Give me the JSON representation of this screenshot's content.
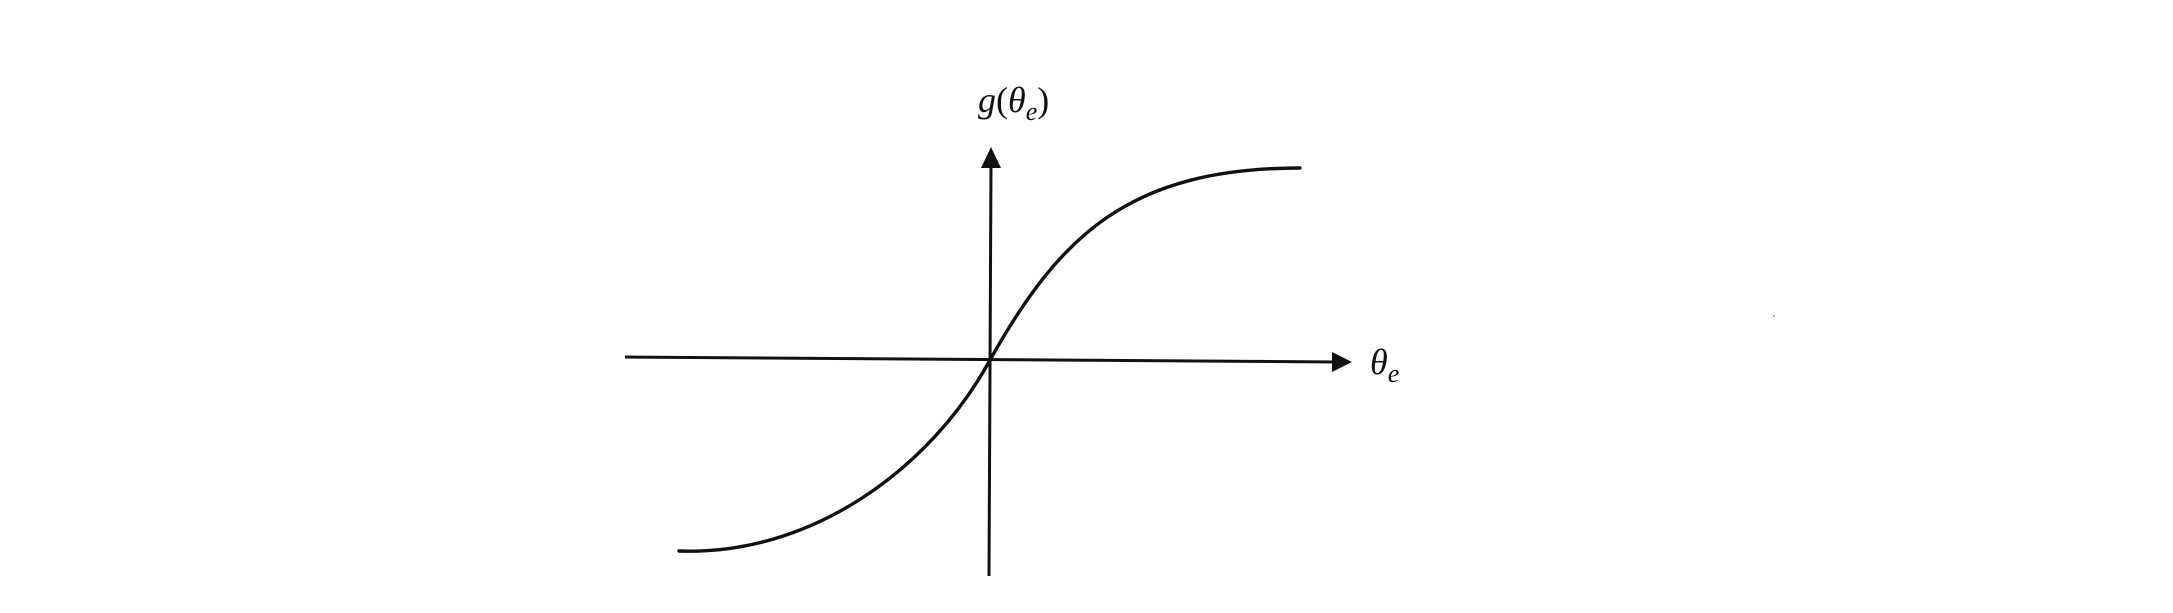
{
  "diagram": {
    "y_axis_label": {
      "func": "g",
      "open": "(",
      "var": "θ",
      "sub": "e",
      "close": ")"
    },
    "x_axis_label": {
      "var": "θ",
      "sub": "e"
    },
    "colors": {
      "ink": "#111111",
      "background": "#ffffff"
    }
  }
}
